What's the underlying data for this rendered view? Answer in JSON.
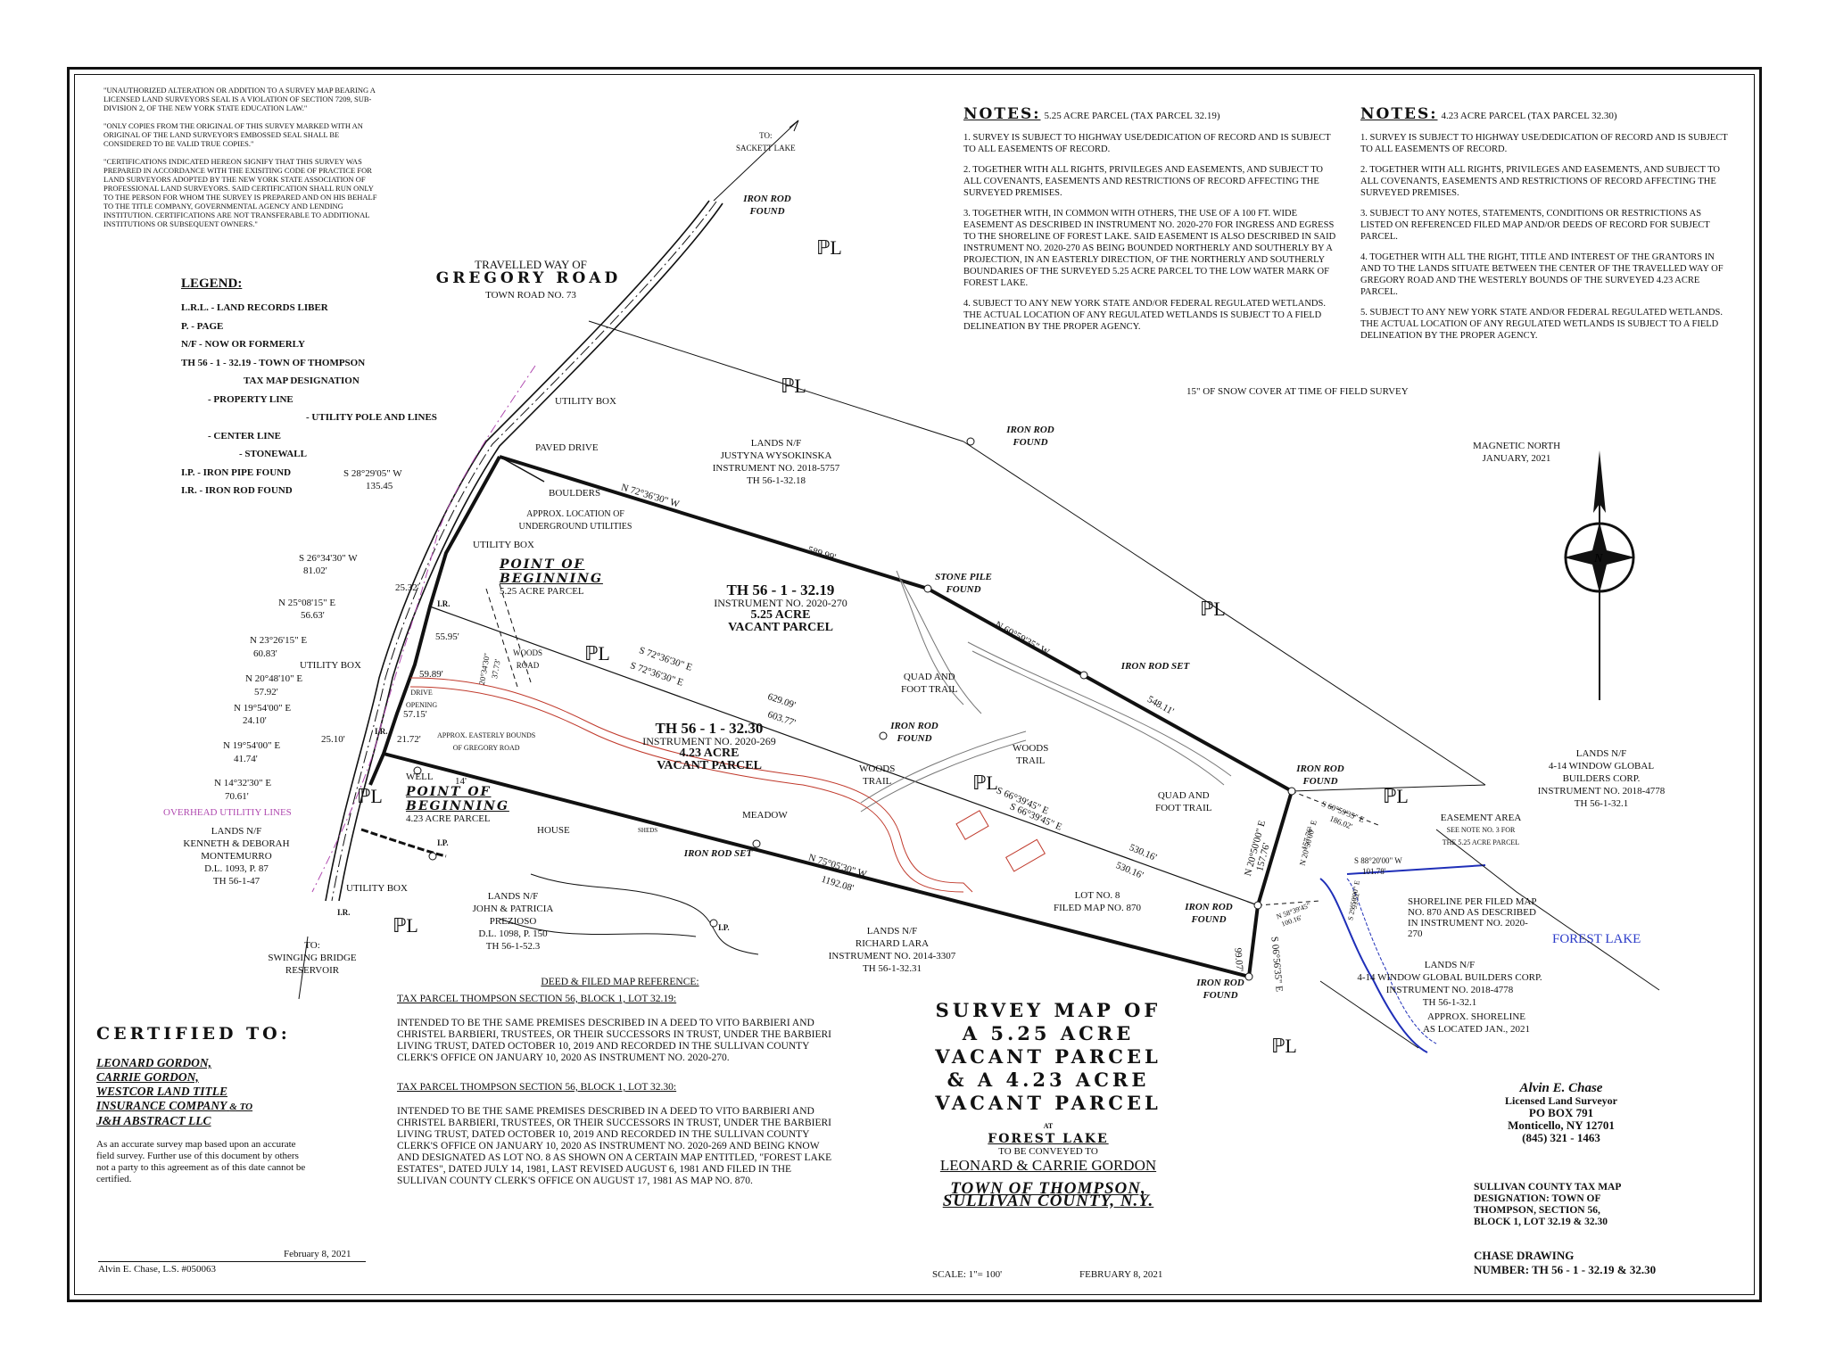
{
  "disclaimer": [
    "\"UNAUTHORIZED ALTERATION OR ADDITION TO A SURVEY MAP BEARING A LICENSED LAND SURVEYORS SEAL IS A VIOLATION OF SECTION 7209, SUB-DIVISION 2, OF THE NEW YORK STATE EDUCATION LAW.\"",
    "\"ONLY COPIES FROM THE ORIGINAL OF THIS SURVEY MARKED WITH AN ORIGINAL OF THE LAND SURVEYOR'S EMBOSSED SEAL SHALL BE CONSIDERED TO BE VALID TRUE COPIES.\"",
    "\"CERTIFICATIONS INDICATED HEREON SIGNIFY THAT THIS SURVEY WAS PREPARED IN ACCORDANCE WITH THE EXISITING CODE OF PRACTICE FOR LAND SURVEYORS ADOPTED BY THE NEW YORK STATE ASSOCIATION OF PROFESSIONAL LAND SURVEYORS. SAID CERTIFICATION SHALL RUN ONLY TO THE PERSON FOR WHOM THE SURVEY IS PREPARED AND ON HIS BEHALF TO THE TITLE COMPANY, GOVERNMENTAL AGENCY AND LENDING INSTITUTION. CERTIFICATIONS ARE NOT TRANSFERABLE TO ADDITIONAL INSTITUTIONS OR SUBSEQUENT OWNERS.\""
  ],
  "legend": {
    "title": "LEGEND:",
    "lines": [
      "L.R.L.  - LAND RECORDS LIBER",
      "P.        - PAGE",
      "N/F      - NOW OR FORMERLY",
      "TH 56 - 1 - 32.19  - TOWN OF THOMPSON",
      "TAX MAP DESIGNATION",
      "- PROPERTY LINE",
      "- UTILITY POLE AND LINES",
      "- CENTER LINE",
      "- STONEWALL",
      "I.P.  - IRON PIPE FOUND",
      "I.R.  - IRON ROD FOUND"
    ]
  },
  "notes_a": {
    "heading": "NOTES:",
    "sub": "5.25 ACRE PARCEL (TAX PARCEL 32.19)",
    "items": [
      "1.  SURVEY IS SUBJECT TO HIGHWAY USE/DEDICATION OF RECORD AND IS SUBJECT TO ALL EASEMENTS OF RECORD.",
      "2.  TOGETHER WITH ALL RIGHTS, PRIVILEGES AND EASEMENTS, AND SUBJECT TO ALL COVENANTS, EASEMENTS AND RESTRICTIONS OF RECORD AFFECTING THE SURVEYED PREMISES.",
      "3.  TOGETHER WITH, IN COMMON WITH OTHERS, THE USE OF A 100 FT. WIDE EASEMENT AS DESCRIBED IN INSTRUMENT NO. 2020-270 FOR INGRESS AND EGRESS TO THE SHORELINE OF FOREST LAKE. SAID EASEMENT IS ALSO DESCRIBED IN SAID INSTRUMENT NO. 2020-270 AS BEING BOUNDED NORTHERLY AND SOUTHERLY BY A PROJECTION, IN AN EASTERLY DIRECTION, OF THE NORTHERLY AND SOUTHERLY BOUNDARIES OF THE SURVEYED 5.25 ACRE PARCEL TO THE LOW WATER MARK OF FOREST LAKE.",
      "4.  SUBJECT TO ANY NEW YORK STATE AND/OR FEDERAL REGULATED WETLANDS. THE ACTUAL LOCATION OF ANY REGULATED WETLANDS IS SUBJECT TO A FIELD DELINEATION BY THE PROPER AGENCY."
    ]
  },
  "notes_b": {
    "heading": "NOTES:",
    "sub": "4.23 ACRE PARCEL  (TAX PARCEL 32.30)",
    "items": [
      "1.  SURVEY IS SUBJECT TO HIGHWAY USE/DEDICATION OF RECORD AND IS SUBJECT TO ALL EASEMENTS OF RECORD.",
      "2.  TOGETHER WITH ALL RIGHTS, PRIVILEGES AND EASEMENTS, AND SUBJECT TO ALL COVENANTS, EASEMENTS AND RESTRICTIONS OF RECORD AFFECTING THE SURVEYED PREMISES.",
      "3.  SUBJECT TO ANY NOTES, STATEMENTS, CONDITIONS OR RESTRICTIONS AS LISTED ON REFERENCED FILED MAP AND/OR DEEDS OF RECORD FOR SUBJECT PARCEL.",
      "4.  TOGETHER WITH ALL THE RIGHT, TITLE AND INTEREST OF THE GRANTORS IN AND TO THE LANDS SITUATE BETWEEN THE CENTER OF THE TRAVELLED WAY OF GREGORY ROAD AND THE WESTERLY BOUNDS OF THE SURVEYED 4.23 ACRE PARCEL.",
      "5.  SUBJECT TO ANY NEW YORK STATE AND/OR FEDERAL REGULATED WETLANDS. THE ACTUAL LOCATION OF ANY REGULATED WETLANDS IS SUBJECT TO A FIELD DELINEATION BY THE PROPER AGENCY."
    ]
  },
  "snow_note": "15\" OF SNOW COVER AT TIME OF FIELD SURVEY",
  "magnetic_north": [
    "MAGNETIC NORTH",
    "JANUARY, 2021"
  ],
  "map_labels": {
    "sackett": [
      "TO:",
      "SACKETT LAKE"
    ],
    "travelled_way": "TRAVELLED WAY OF",
    "gregory_road": "GREGORY ROAD",
    "town_road": "TOWN ROAD NO. 73",
    "iron_rod_found": "IRON ROD FOUND",
    "iron_rod_set": "IRON ROD SET",
    "stone_pile_found": "STONE PILE FOUND",
    "utility_box": "UTILITY BOX",
    "paved_drive": "PAVED DRIVE",
    "boulders": "BOULDERS",
    "approx_utilities": [
      "APPROX. LOCATION OF",
      "UNDERGROUND UTILITIES"
    ],
    "wysokinska": [
      "LANDS N/F",
      "JUSTYNA WYSOKINSKA",
      "INSTRUMENT NO. 2018-5757",
      "TH 56-1-32.18"
    ],
    "parcel_a": [
      "TH 56 - 1 - 32.19",
      "INSTRUMENT NO. 2020-270",
      "5.25 ACRE",
      "VACANT PARCEL"
    ],
    "parcel_b": [
      "TH 56 - 1 - 32.30",
      "INSTRUMENT NO. 2020-269",
      "4.23 ACRE",
      "VACANT PARCEL"
    ],
    "pob_a": [
      "POINT OF",
      "BEGINNING",
      "5.25 ACRE PARCEL"
    ],
    "pob_b": [
      "POINT OF",
      "BEGINNING",
      "4.23 ACRE PARCEL"
    ],
    "woods_road": [
      "WOODS",
      "ROAD"
    ],
    "quad_trail": [
      "QUAD AND",
      "FOOT TRAIL"
    ],
    "woods_trail": [
      "WOODS",
      "TRAIL"
    ],
    "drive_opening": [
      "DRIVE",
      "OPENING"
    ],
    "approx_easterly": [
      "APPROX. EASTERLY BOUNDS",
      "OF GREGORY ROAD"
    ],
    "well": "WELL",
    "house": "HOUSE",
    "sheds": "SHEDS",
    "meadow": "MEADOW",
    "overhead": "OVERHEAD UTILITIY LINES",
    "montemurro": [
      "LANDS N/F",
      "KENNETH & DEBORAH",
      "MONTEMURRO",
      "D.L. 1093, P. 87",
      "TH 56-1-47"
    ],
    "prezioso": [
      "LANDS N/F",
      "JOHN & PATRICIA",
      "PREZIOSO",
      "D.L. 1098, P. 150",
      "TH 56-1-52.3"
    ],
    "lara": [
      "LANDS N/F",
      "RICHARD LARA",
      "INSTRUMENT NO. 2014-3307",
      "TH 56-1-32.31"
    ],
    "lot8": [
      "LOT NO. 8",
      "FILED MAP NO. 870"
    ],
    "window_a": [
      "LANDS N/F",
      "4-14 WINDOW GLOBAL",
      "BUILDERS CORP.",
      "INSTRUMENT NO. 2018-4778",
      "TH 56-1-32.1"
    ],
    "window_b": [
      "LANDS N/F",
      "4-14 WINDOW GLOBAL BUILDERS CORP.",
      "INSTRUMENT NO. 2018-4778",
      "TH 56-1-32.1"
    ],
    "easement": [
      "EASEMENT AREA",
      "SEE NOTE NO. 3 FOR",
      "THE 5.25 ACRE PARCEL"
    ],
    "shoreline": [
      "SHORELINE PER FILED MAP",
      "NO. 870 AND AS DESCRIBED",
      "IN INSTRUMENT NO. 2020-270"
    ],
    "approx_shoreline": [
      "APPROX. SHORELINE",
      "AS LOCATED JAN., 2021"
    ],
    "forest_lake": "FOREST  LAKE",
    "swinging": [
      "TO:",
      "SWINGING BRIDGE",
      "RESERVOIR"
    ],
    "ir": "I.R.",
    "ip": "I.P."
  },
  "bearings": {
    "s282905": "S 28°29'05\" W",
    "d13545": "135.45",
    "s263430": "S 26°34'30\" W",
    "d8102": "81.02'",
    "d2532": "25.32'",
    "n250815": "N 25°08'15\" E",
    "d5663": "56.63'",
    "n232615": "N 23°26'15\" E",
    "d6083": "60.83'",
    "n204810": "N 20°48'10\" E",
    "d5792": "57.92'",
    "n195400a": "N 19°54'00\" E",
    "d2410": "24.10'",
    "d2510": "25.10'",
    "n195400b": "N 19°54'00\" E",
    "d4174": "41.74'",
    "n143230": "N 14°32'30\" E",
    "d7061": "70.61'",
    "d5595": "55.95'",
    "d5989": "59.89'",
    "d5715": "57.15'",
    "d2172": "21.72'",
    "d14": "14'",
    "n723630": "N 72°36'30\" W",
    "d58999": "589.99'",
    "n605935": "N 60°59'35\" W",
    "d54811": "548.11'",
    "s723630a": "S 72°36'30\" E",
    "s723630b": "S 72°36'30\" E",
    "d62909": "629.09'",
    "d60377": "603.77'",
    "s663945a": "S 66°39'45\" E",
    "s663945b": "S 66°39'45\" E",
    "d53016a": "530.16'",
    "d53016b": "530.16'",
    "n750530": "N 75°05'30\" W",
    "d119208": "1192.08'",
    "n205000": "N 20°50'00\" E",
    "d15776a": "157.76'",
    "d15776b": "157.76'",
    "n293000": "N 20°50'00\" E",
    "s065635": "S 06°56'35\" E",
    "d9907": "99.07'",
    "s605935": "S 60°59'35\" E",
    "d18602": "186.02'",
    "s882000": "S 88°20'00\" W",
    "d10178": "101.78'",
    "n583945": "N 58°39'45\"",
    "d10016": "100.16'",
    "wb1": "20°34'30\"",
    "wb2": "37.73'",
    "s295000": "S 29°50'00\" E",
    "d9352": "93.52'"
  },
  "deed": {
    "heading": "DEED & FILED MAP REFERENCE:",
    "sub1": "TAX PARCEL THOMPSON SECTION 56, BLOCK 1, LOT 32.19:",
    "text1": "INTENDED TO BE THE SAME PREMISES DESCRIBED IN A DEED TO VITO BARBIERI AND CHRISTEL BARBIERI, TRUSTEES, OR THEIR SUCCESSORS IN TRUST, UNDER THE BARBIERI LIVING TRUST, DATED OCTOBER 10, 2019 AND RECORDED IN THE SULLIVAN COUNTY CLERK'S OFFICE ON JANUARY 10, 2020 AS INSTRUMENT NO. 2020-270.",
    "sub2": "TAX PARCEL THOMPSON SECTION 56, BLOCK 1, LOT 32.30:",
    "text2": "INTENDED TO BE THE SAME PREMISES DESCRIBED IN A DEED TO VITO BARBIERI AND CHRISTEL BARBIERI, TRUSTEES, OR THEIR SUCCESSORS IN TRUST, UNDER THE BARBIERI LIVING TRUST, DATED OCTOBER 10, 2019 AND RECORDED IN THE SULLIVAN COUNTY CLERK'S OFFICE ON JANUARY 10, 2020 AS INSTRUMENT NO. 2020-269 AND BEING KNOW AND DESIGNATED AS LOT NO. 8 AS SHOWN ON A CERTAIN MAP ENTITLED, \"FOREST LAKE ESTATES\", DATED JULY 14, 1981, LAST REVISED AUGUST 6, 1981 AND FILED IN THE SULLIVAN COUNTY CLERK'S OFFICE ON AUGUST 17, 1981 AS MAP NO. 870."
  },
  "certified": {
    "heading": "CERTIFIED TO:",
    "names": [
      "LEONARD GORDON,",
      "CARRIE GORDON,",
      "WESTCOR LAND TITLE",
      "INSURANCE COMPANY",
      "J&H ABSTRACT LLC"
    ],
    "and_to": "& TO",
    "statement": "As an accurate survey map based upon an accurate field survey. Further use of this document by others not a party to this agreement as of this date cannot be certified.",
    "date": "February 8, 2021",
    "signature": "Alvin E. Chase, L.S. #050063"
  },
  "title_block": {
    "lines": [
      "SURVEY MAP OF",
      "A 5.25 ACRE",
      "VACANT PARCEL",
      "& A 4.23 ACRE",
      "VACANT PARCEL"
    ],
    "at": "AT",
    "location": "FOREST LAKE",
    "conveyed": "TO BE CONVEYED TO",
    "owners": "LEONARD & CARRIE GORDON",
    "town": "TOWN OF THOMPSON,",
    "county": "SULLIVAN COUNTY, N.Y.",
    "scale": "SCALE: 1\"= 100'",
    "date": "FEBRUARY 8, 2021"
  },
  "surveyor": {
    "name": "Alvin E. Chase",
    "title": "Licensed Land Surveyor",
    "box": "PO BOX 791",
    "city": "Monticello, NY 12701",
    "phone": "(845) 321 - 1463"
  },
  "tax_designation": [
    "SULLIVAN COUNTY TAX MAP",
    "DESIGNATION: TOWN OF",
    "THOMPSON, SECTION 56,",
    "BLOCK  1, LOT 32.19 & 32.30"
  ],
  "drawing_number": [
    "CHASE DRAWING",
    "NUMBER: TH  56 - 1 - 32.19 & 32.30"
  ],
  "colors": {
    "ink": "#111111",
    "utility": "#b04ab0",
    "boundary_red": "#c0392b",
    "shoreline": "#1f2fb8",
    "forest_lake": "#2b3bc8"
  }
}
